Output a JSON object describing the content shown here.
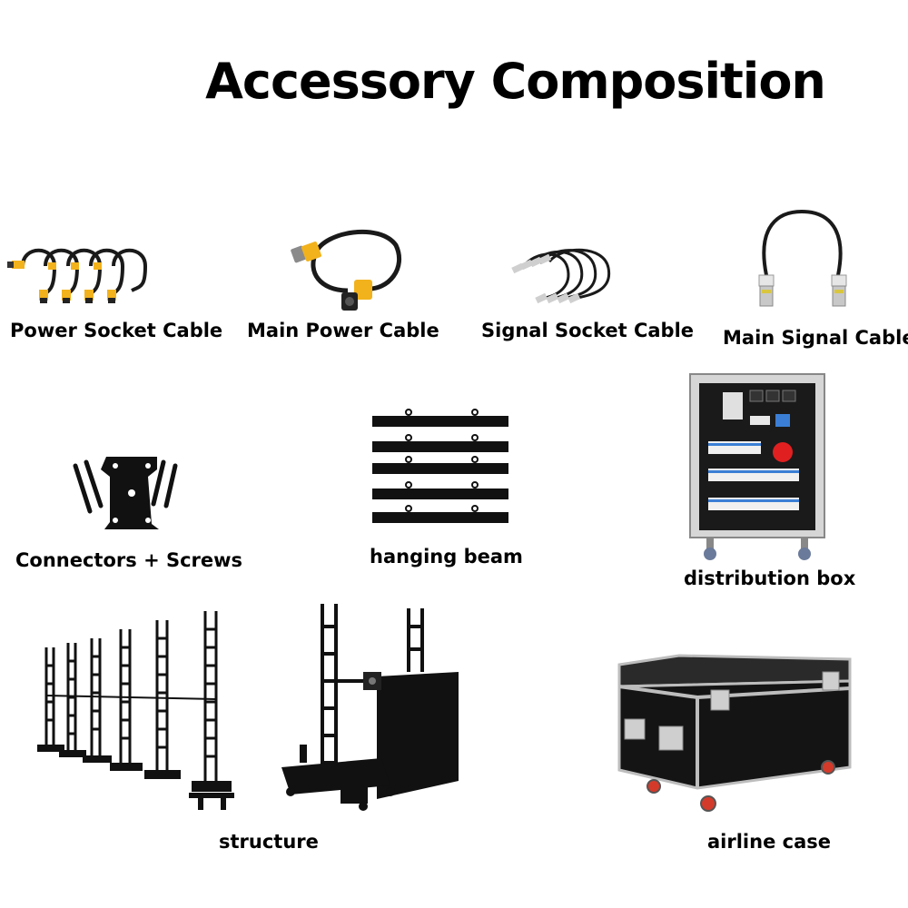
{
  "title": "Accessory Composition",
  "items": [
    {
      "label": "Power Socket Cable"
    },
    {
      "label": "Main Power Cable"
    },
    {
      "label": "Signal Socket Cable"
    },
    {
      "label": "Main Signal Cable"
    },
    {
      "label": "Connectors + Screws"
    },
    {
      "label": "hanging beam"
    },
    {
      "label": "distribution box"
    },
    {
      "label": "structure"
    },
    {
      "label": "airline case"
    }
  ],
  "colors": {
    "cable": "#1a1a1a",
    "connector_yellow": "#f2b21c",
    "metal": "#c9c9c9",
    "black": "#0d0d0d",
    "breaker_blue": "#3a7fd5",
    "socket_red": "#e02020",
    "wheel_red": "#d43a2a"
  }
}
